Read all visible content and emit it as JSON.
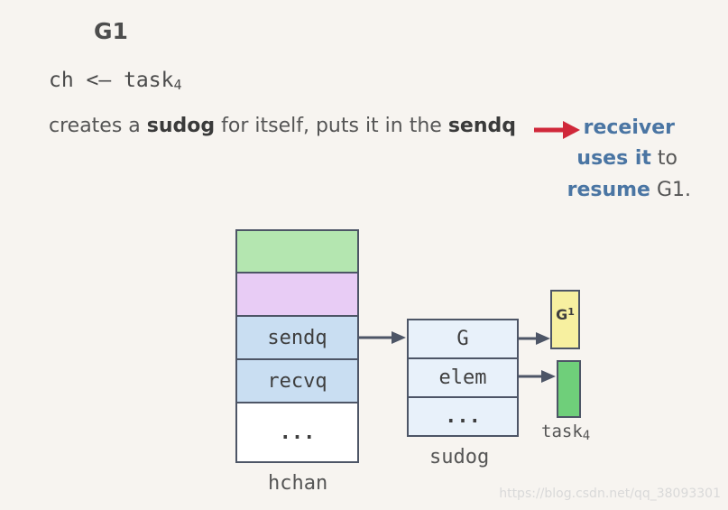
{
  "heading": "G1",
  "code_line": {
    "text": "ch <– task",
    "sub": "4"
  },
  "sentence": {
    "p1": "creates a ",
    "b1": "sudog",
    "p2": " for itself, puts it in the ",
    "b2": "sendq"
  },
  "note": {
    "l1_hl": "receiver",
    "l2_hl": "uses it",
    "l2_rest": " to",
    "l3_hl": "resume",
    "l3_rest": " G1."
  },
  "hchan": {
    "rows": [
      "",
      "",
      "sendq",
      "recvq",
      "..."
    ],
    "label": "hchan"
  },
  "sudog": {
    "rows": [
      "G",
      "elem",
      "..."
    ],
    "label": "sudog"
  },
  "g1_box": {
    "text": "G",
    "sub": "1"
  },
  "task_label": {
    "text": "task",
    "sub": "4"
  },
  "watermark": "https://blog.csdn.net/qq_38093301",
  "colors": {
    "hchan_row1": "#b4e6b0",
    "hchan_row2": "#e8ccf5",
    "queue_rows": "#c9def2",
    "hchan_empty": "#ffffff",
    "sudog_fill": "#e8f1fa",
    "g1_fill": "#f7f0a0",
    "task_fill": "#6fcf7a",
    "arrow_red": "#d0283a",
    "arrow_dark": "#4d5566",
    "highlight_blue": "#4a75a3"
  },
  "icons": [
    "red-arrow-icon",
    "arrow-icon"
  ]
}
